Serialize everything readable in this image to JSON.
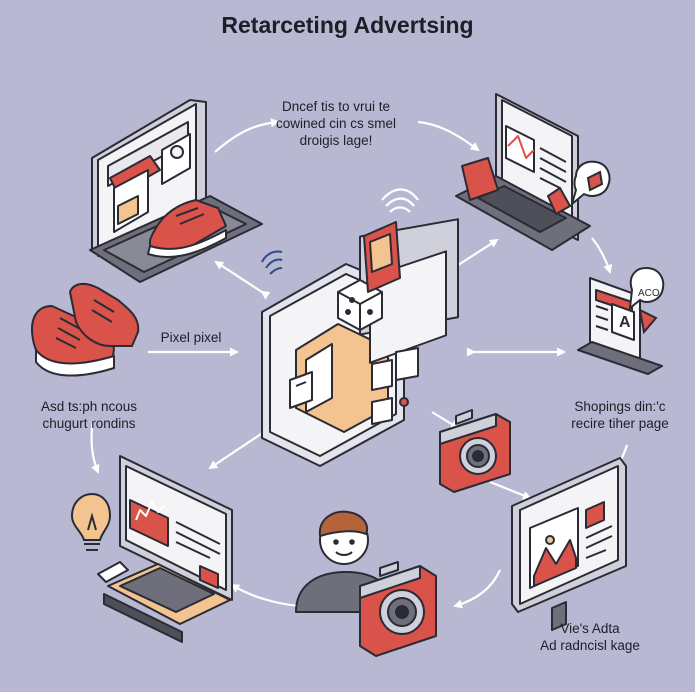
{
  "title": "Retarceting Advertsing",
  "labels": {
    "top_note": [
      "Dncef tis to vrui te",
      "cowined cin cs smel",
      "droigis lage!"
    ],
    "pixel": "Pixel pixel",
    "left_note": [
      "Asd ts:ph ncous",
      "chugurt rondins"
    ],
    "right_note": [
      "Shopings din:'c",
      "recire tiher page"
    ],
    "bottom_note": [
      "Vie's Adta",
      "Ad radncisl kage"
    ],
    "ad_letter": "A",
    "bubble_text": "ACO"
  },
  "colors": {
    "background": "#b9b8d2",
    "outline": "#2b2b35",
    "red": "#d9534a",
    "peach": "#f3c48f",
    "screen": "#f4f4f6",
    "base": "#6f6f7c"
  },
  "icons": [
    "shoe-icon",
    "camera-icon",
    "cube-icon",
    "lightbulb-icon",
    "wifi-icon",
    "person-icon",
    "chat-bubble-icon",
    "laptop-icon",
    "monitor-icon",
    "tablet-icon"
  ]
}
